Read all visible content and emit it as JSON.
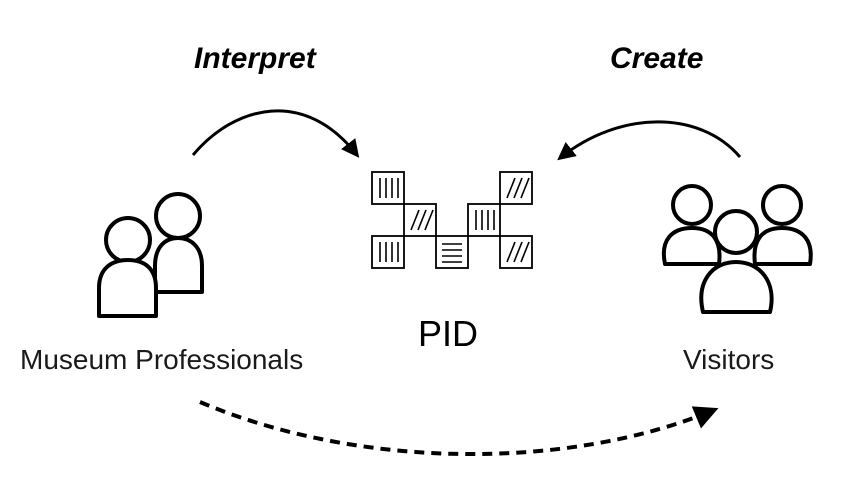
{
  "arrows": {
    "interpret": "Interpret",
    "create": "Create"
  },
  "nodes": {
    "museum_professionals": "Museum Professionals",
    "pid": "PID",
    "visitors": "Visitors"
  },
  "icons": {
    "left": "two-people-icon",
    "center": "pid-grid-icon",
    "right": "group-of-three-people-icon"
  },
  "colors": {
    "stroke": "#000000",
    "background": "#ffffff"
  }
}
